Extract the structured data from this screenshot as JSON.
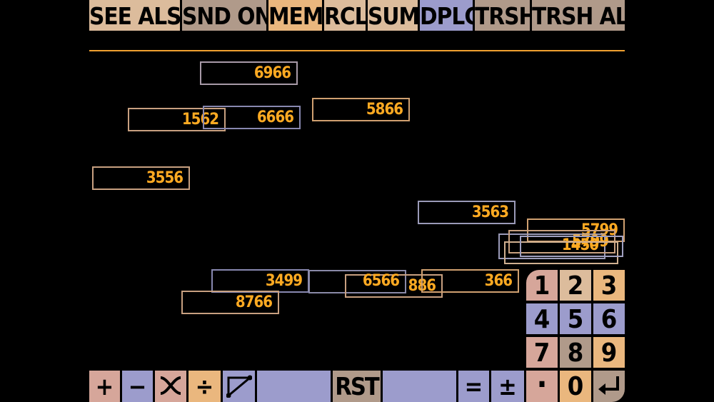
{
  "toolbar": {
    "see_also": "SEE ALSO",
    "snd_on": "SND ON",
    "mem": "MEM",
    "rcl": "RCL",
    "sum": "SUM",
    "dplc": "DPLC",
    "trsh": "TRSH",
    "trsh_all": "TRSH ALL"
  },
  "numbers": [
    "6966",
    "1562",
    "6666",
    "5866",
    "3556",
    "3563",
    "5799",
    "3499",
    "6566",
    "886",
    "366",
    "8766"
  ],
  "stack": [
    "5799",
    "1450"
  ],
  "keypad": {
    "k1": "1",
    "k2": "2",
    "k3": "3",
    "k4": "4",
    "k5": "5",
    "k6": "6",
    "k7": "7",
    "k8": "8",
    "k9": "9",
    "kdot": "·",
    "k0": "0"
  },
  "bottom": {
    "plus": "+",
    "minus": "−",
    "divide": "÷",
    "rst": "RST",
    "equals": "=",
    "plusminus": "±"
  },
  "icons": {
    "multiply": "multiply-icon",
    "triangle": "triangle-icon",
    "enter": "enter-icon"
  },
  "colors": {
    "background": "#000000",
    "number_text": "#ffaa22",
    "rule": "#f0a030",
    "peach": "#dcbc9c",
    "tan": "#b09a8a",
    "orange": "#eab77e",
    "lavender": "#9c9ccc",
    "rose": "#d6a69a"
  }
}
